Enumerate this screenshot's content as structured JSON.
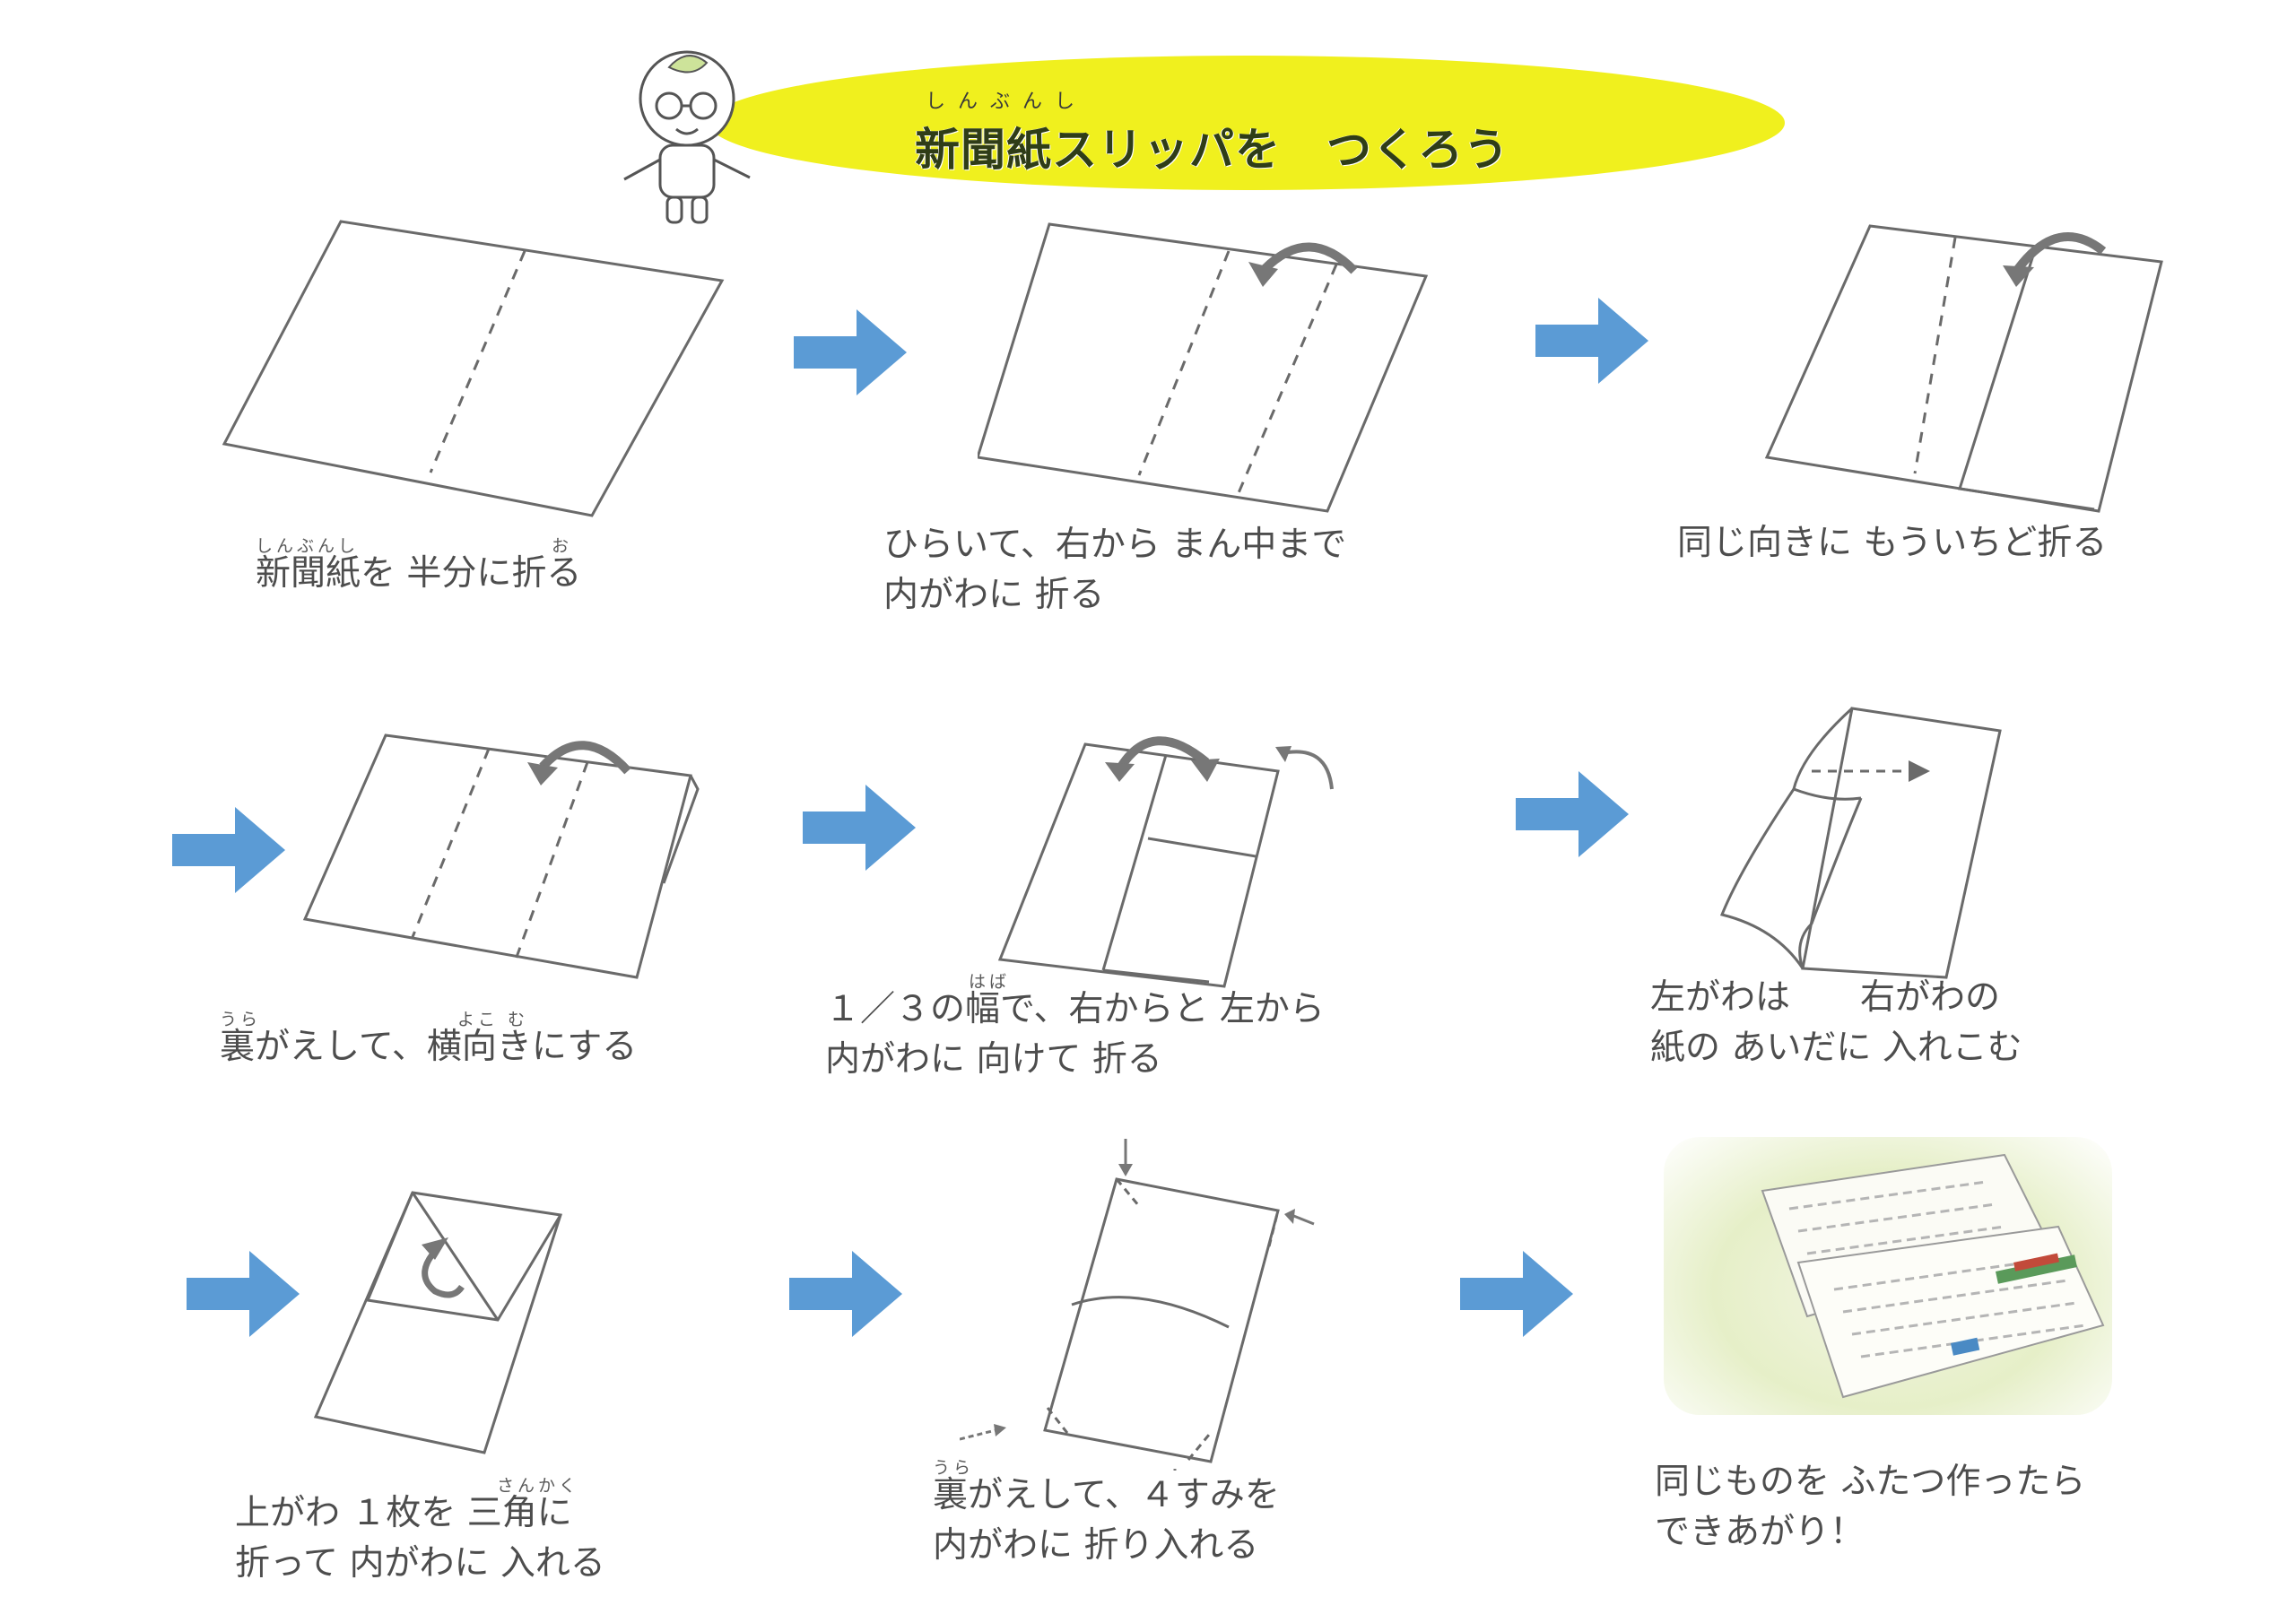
{
  "header": {
    "title": "新聞紙スリッパを　つくろう",
    "title_ruby": "しんぶんし",
    "banner_color": "#f0f01e"
  },
  "steps": [
    {
      "ruby": [
        {
          "text": "しんぶんし"
        },
        {
          "text": "お"
        }
      ],
      "lines": [
        "新聞紙を 半分に折る"
      ]
    },
    {
      "ruby": [],
      "lines": [
        "ひらいて、右から まん中まで",
        "内がわに 折る"
      ]
    },
    {
      "ruby": [],
      "lines": [
        "同じ向きに もういちど折る"
      ]
    },
    {
      "ruby": [
        {
          "text": "うら"
        },
        {
          "text": "よこ む"
        }
      ],
      "lines": [
        "裏がえして、横向きにする"
      ]
    },
    {
      "ruby": [
        {
          "text": "はば"
        }
      ],
      "lines": [
        "１／３の幅で、右からと 左から",
        "内がわに 向けて 折る"
      ]
    },
    {
      "ruby": [],
      "lines": [
        "左がわは　　右がわの",
        "紙の あいだに 入れこむ"
      ]
    },
    {
      "ruby": [
        {
          "text": "さんかく"
        }
      ],
      "lines": [
        "上がわ １枚を 三角に",
        "折って 内がわに 入れる"
      ]
    },
    {
      "ruby": [
        {
          "text": "うら"
        }
      ],
      "lines": [
        "裏がえして、４すみを",
        "内がわに 折り入れる"
      ]
    },
    {
      "ruby": [],
      "lines": [
        "同じものを ふたつ作ったら",
        "できあがり！"
      ]
    }
  ],
  "colors": {
    "arrow": "#5b9bd5",
    "line": "#6a6a6a",
    "photo_bg": "#e6efc8"
  },
  "icons": [
    "mascot-icon",
    "next-arrow-icon",
    "fold-curve-arrow-icon",
    "finished-slipper-photo"
  ]
}
